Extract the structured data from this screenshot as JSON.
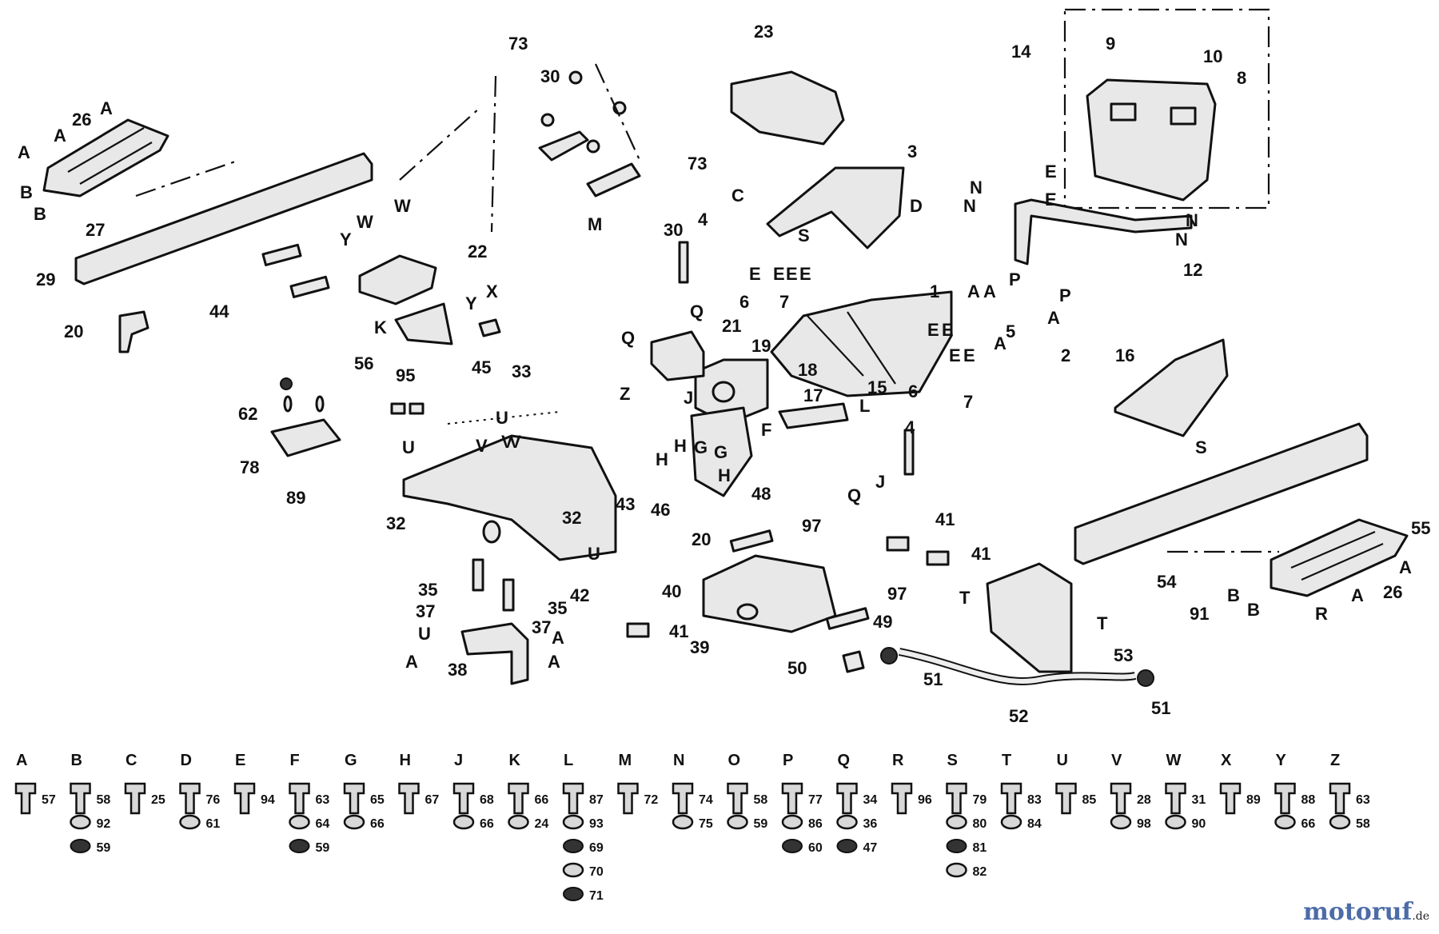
{
  "watermark": {
    "brand": "motoruf",
    "tld": ".de",
    "color": "#4c6ca8"
  },
  "callouts": [
    "1",
    "2",
    "3",
    "4",
    "4",
    "5",
    "6",
    "6",
    "7",
    "7",
    "8",
    "9",
    "10",
    "12",
    "14",
    "15",
    "16",
    "17",
    "18",
    "19",
    "20",
    "20",
    "21",
    "22",
    "23",
    "26",
    "26",
    "27",
    "29",
    "30",
    "30",
    "32",
    "32",
    "33",
    "35",
    "35",
    "37",
    "37",
    "38",
    "39",
    "40",
    "41",
    "41",
    "41",
    "42",
    "43",
    "44",
    "45",
    "46",
    "48",
    "49",
    "50",
    "51",
    "51",
    "52",
    "53",
    "54",
    "55",
    "56",
    "62",
    "73",
    "73",
    "78",
    "89",
    "91",
    "95",
    "97",
    "97"
  ],
  "letters": [
    "A",
    "A",
    "A",
    "A",
    "A",
    "A",
    "A",
    "A",
    "A",
    "A",
    "A",
    "A",
    "B",
    "B",
    "B",
    "B",
    "C",
    "D",
    "E",
    "E",
    "E",
    "E",
    "E",
    "E",
    "E",
    "E",
    "E",
    "E",
    "F",
    "G",
    "G",
    "H",
    "H",
    "H",
    "J",
    "J",
    "K",
    "L",
    "M",
    "N",
    "N",
    "N",
    "N",
    "P",
    "P",
    "Q",
    "Q",
    "Q",
    "R",
    "S",
    "S",
    "T",
    "T",
    "U",
    "U",
    "U",
    "U",
    "V",
    "V",
    "V",
    "W",
    "W",
    "X",
    "Y",
    "Y",
    "Z"
  ],
  "hardware_legend": [
    {
      "letter": "A",
      "numbers": [
        "57"
      ]
    },
    {
      "letter": "B",
      "numbers": [
        "58",
        "92",
        "59"
      ]
    },
    {
      "letter": "C",
      "numbers": [
        "25"
      ]
    },
    {
      "letter": "D",
      "numbers": [
        "76",
        "61"
      ]
    },
    {
      "letter": "E",
      "numbers": [
        "94"
      ]
    },
    {
      "letter": "F",
      "numbers": [
        "63",
        "64",
        "59"
      ]
    },
    {
      "letter": "G",
      "numbers": [
        "65",
        "66"
      ]
    },
    {
      "letter": "H",
      "numbers": [
        "67"
      ]
    },
    {
      "letter": "J",
      "numbers": [
        "68",
        "66"
      ]
    },
    {
      "letter": "K",
      "numbers": [
        "66",
        "24"
      ]
    },
    {
      "letter": "L",
      "numbers": [
        "87",
        "93",
        "69",
        "70",
        "71"
      ]
    },
    {
      "letter": "M",
      "numbers": [
        "72"
      ]
    },
    {
      "letter": "N",
      "numbers": [
        "74",
        "75"
      ]
    },
    {
      "letter": "O",
      "numbers": [
        "58",
        "59"
      ]
    },
    {
      "letter": "P",
      "numbers": [
        "77",
        "86",
        "60"
      ]
    },
    {
      "letter": "Q",
      "numbers": [
        "34",
        "36",
        "47"
      ]
    },
    {
      "letter": "R",
      "numbers": [
        "96"
      ]
    },
    {
      "letter": "S",
      "numbers": [
        "79",
        "80",
        "81",
        "82"
      ]
    },
    {
      "letter": "T",
      "numbers": [
        "83",
        "84"
      ]
    },
    {
      "letter": "U",
      "numbers": [
        "85"
      ]
    },
    {
      "letter": "V",
      "numbers": [
        "28",
        "98"
      ]
    },
    {
      "letter": "W",
      "numbers": [
        "31",
        "90"
      ]
    },
    {
      "letter": "X",
      "numbers": [
        "89"
      ]
    },
    {
      "letter": "Y",
      "numbers": [
        "88",
        "66"
      ]
    },
    {
      "letter": "Z",
      "numbers": [
        "63",
        "58"
      ]
    }
  ]
}
